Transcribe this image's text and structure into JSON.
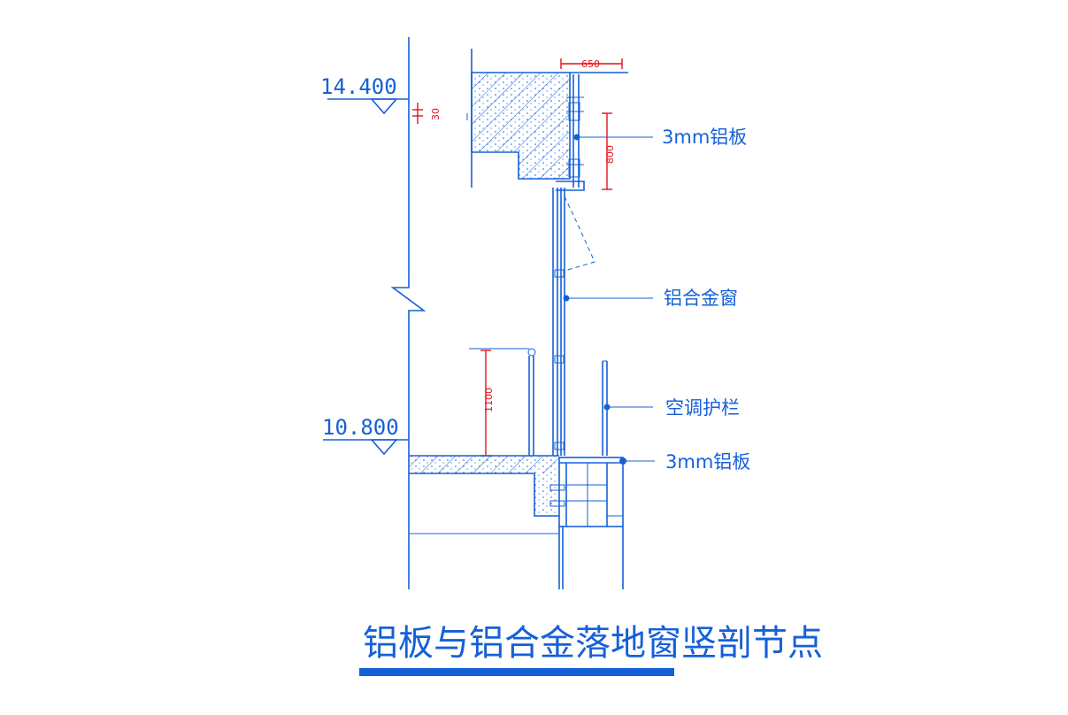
{
  "levels": {
    "upper": "14.400",
    "lower": "10.800"
  },
  "dimensions": {
    "d650": "650",
    "d30": "30",
    "d800": "800",
    "d1100": "1100"
  },
  "labels": {
    "alum_panel_top": "3mm铝板",
    "alum_window": "铝合金窗",
    "ac_railing": "空调护栏",
    "alum_panel_bottom": "3mm铝板"
  },
  "title": "铝板与铝合金落地窗竖剖节点",
  "colors": {
    "line": "#1560d8",
    "dimension": "#e3121b"
  }
}
